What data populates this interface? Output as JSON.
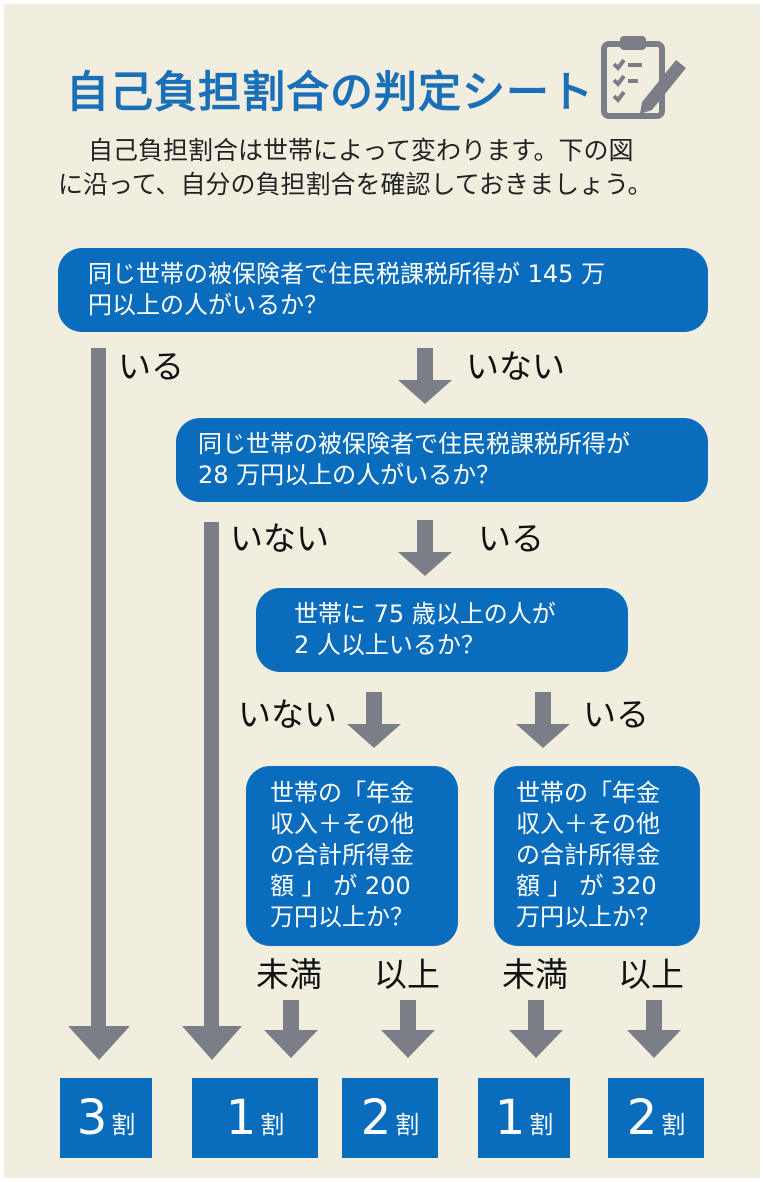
{
  "title": "自己負担割合の判定シート",
  "icon": "clipboard-checklist-icon",
  "intro": {
    "line1": "自己負担割合は世帯によって変わります。下の図",
    "line2": "に沿って、自分の負担割合を確認しておきましょう。"
  },
  "q1": {
    "line1": "同じ世帯の被保険者で住民税課税所得が 145 万",
    "line2": "円以上の人がいるか？"
  },
  "q1_yes": "いる",
  "q1_no": "いない",
  "q2": {
    "line1": "同じ世帯の被保険者で住民税課税所得が",
    "line2": "28 万円以上の人がいるか？"
  },
  "q2_no": "いない",
  "q2_yes": "いる",
  "q3": {
    "line1": "世帯に 75 歳以上の人が",
    "line2": "2 人以上いるか？"
  },
  "q3_no": "いない",
  "q3_yes": "いる",
  "q4a": {
    "lines": [
      "世帯の「年金",
      "収入＋その他",
      "の合計所得金",
      "額 」 が 200",
      "万円以上か？"
    ]
  },
  "q4b": {
    "lines": [
      "世帯の「年金",
      "収入＋その他",
      "の合計所得金",
      "額 」 が 320",
      "万円以上か？"
    ]
  },
  "under": "未満",
  "over": "以上",
  "results": [
    {
      "num": "3",
      "unit": "割"
    },
    {
      "num": "1",
      "unit": "割"
    },
    {
      "num": "2",
      "unit": "割"
    },
    {
      "num": "1",
      "unit": "割"
    },
    {
      "num": "2",
      "unit": "割"
    }
  ],
  "colors": {
    "box": "#0a6cbc",
    "title": "#1a6fb8",
    "arrow": "#7b7e86",
    "background": "#f1eedf"
  }
}
